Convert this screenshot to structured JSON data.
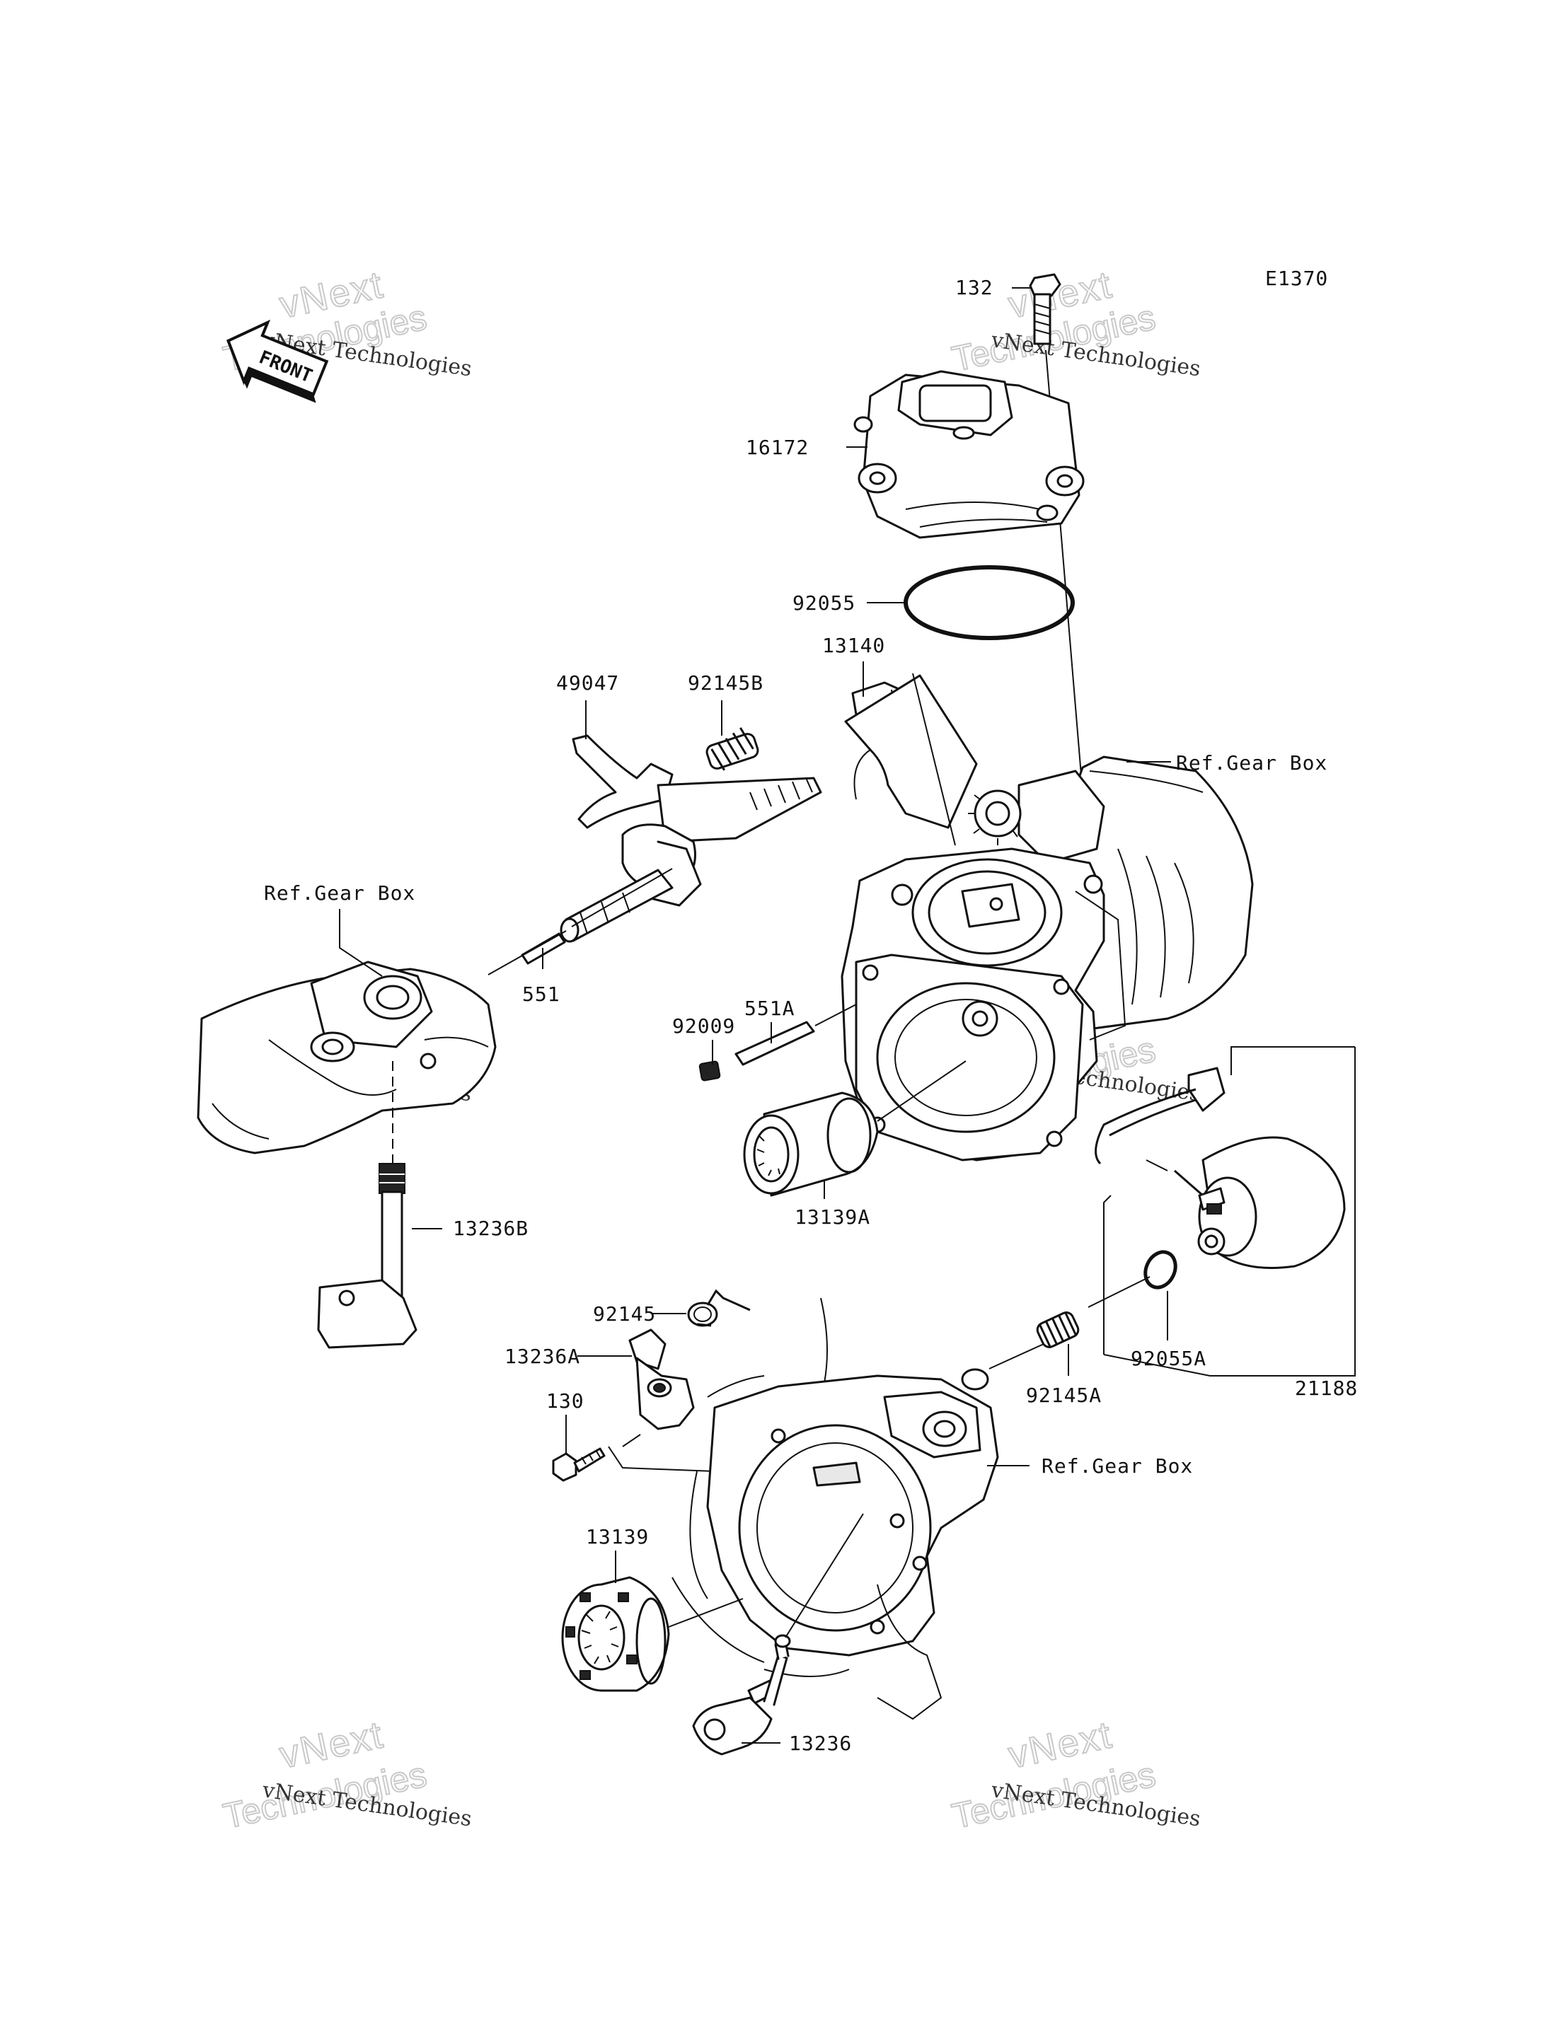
{
  "diagram": {
    "code": "E1370",
    "front_label": "FRONT",
    "watermark": {
      "line1": "vNext Technologies",
      "line2": "vNext",
      "line3": "Technologies"
    },
    "callouts": {
      "p132": "132",
      "p16172": "16172",
      "p92055": "92055",
      "p13140": "13140",
      "ref_gear_box_upper": "Ref.Gear Box",
      "p49047": "49047",
      "p92145B": "92145B",
      "ref_gear_box_left": "Ref.Gear Box",
      "p551A": "551A",
      "p92009": "92009",
      "p551": "551",
      "p13139A": "13139A",
      "p13236B": "13236B",
      "p92145": "92145",
      "p13236A": "13236A",
      "p130": "130",
      "p92055A": "92055A",
      "p21188": "21188",
      "p92145A": "92145A",
      "ref_gear_box_lower": "Ref.Gear Box",
      "p13139": "13139",
      "p13236": "13236"
    }
  }
}
